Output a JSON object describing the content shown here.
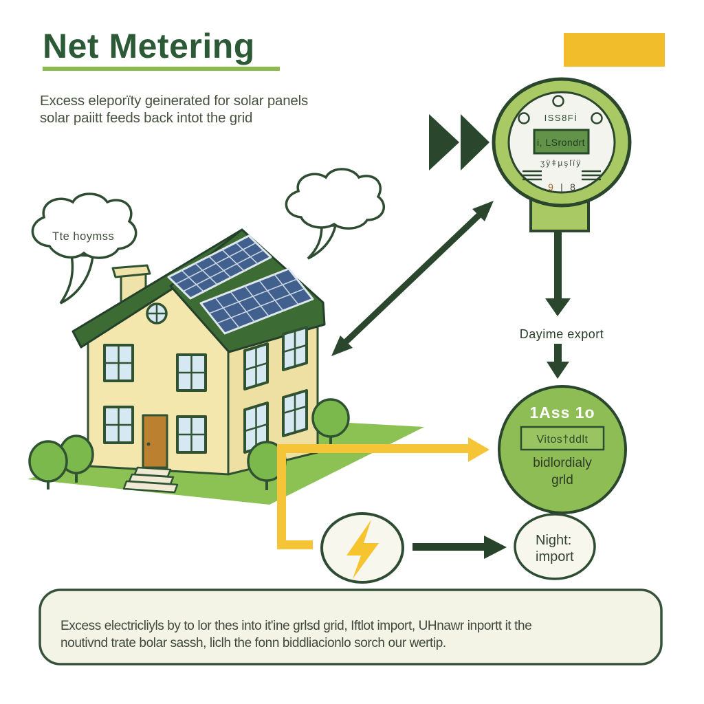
{
  "header": {
    "title": "Net Metering",
    "subtitle_line1": "Excess eleporïty geinerated for solar panels",
    "subtitle_line2": "solar paiitt feeds back intot the grid"
  },
  "speech_bubble": {
    "text": "Tte hoymss"
  },
  "meter": {
    "top_label": "ISS8Fİ",
    "display_value": "i, LSrondrt",
    "sub_value": "ʒÿǂµşſïÿ",
    "dial_left": "9",
    "dial_sep": "|",
    "dial_right": "8"
  },
  "flow": {
    "daytime_label": "Dayime export",
    "night_label_line1": "Night:",
    "night_label_line2": "import"
  },
  "grid_node": {
    "title": "1Ass 1o",
    "boxed_value": "Vitos†ddlt",
    "caption_line1": "bidlordialy",
    "caption_line2": "grld"
  },
  "footer": {
    "line1": "Excess electricliyls by to lor thes into it'ine grlsd grid, Iftlot import, UHnawr inportt it the",
    "line2": "noutivnd trate bolar sassh, liclh the fonn biddliacionlo sorch our wertip."
  },
  "colors": {
    "dark_green": "#2c5a36",
    "arrow_green": "#2a462c",
    "leaf_green": "#8cbb4d",
    "roof_green": "#3c6b33",
    "lawn_green": "#8cc153",
    "grid_circle_green": "#8fbd55",
    "meter_ring_green": "#a9c964",
    "display_green": "#639348",
    "accent_yellow": "#f6c437",
    "panel_blue": "#42608d",
    "wall_cream": "#f3e7ae",
    "window_blue": "#d6e8f2",
    "door_brown": "#bc8130",
    "footer_fill": "#f3f3e6"
  }
}
